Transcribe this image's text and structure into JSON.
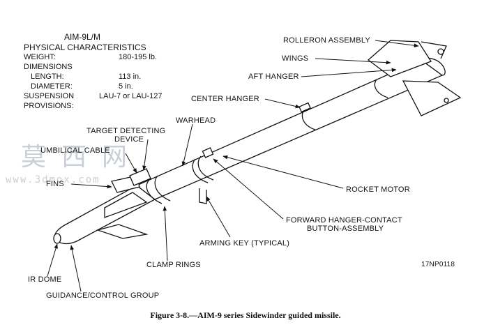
{
  "specs": {
    "title_line1": "AIM-9L/M",
    "title_line2": "PHYSICAL CHARACTERISTICS",
    "rows": [
      {
        "label": "WEIGHT:",
        "value": "180-195 lb."
      },
      {
        "label": "DIMENSIONS",
        "value": ""
      },
      {
        "label": "LENGTH:",
        "value": "113 in."
      },
      {
        "label": "DIAMETER:",
        "value": "5 in."
      },
      {
        "label": "SUSPENSION",
        "value": "LAU-7 or LAU-127"
      },
      {
        "label": "PROVISIONS:",
        "value": ""
      }
    ]
  },
  "labels": {
    "rolleron": "ROLLERON ASSEMBLY",
    "wings": "WINGS",
    "aft_hanger": "AFT HANGER",
    "center_hanger": "CENTER HANGER",
    "warhead": "WARHEAD",
    "target_detecting_1": "TARGET DETECTING",
    "target_detecting_2": "DEVICE",
    "umbilical": "UMBILICAL CABLE",
    "fins": "FINS",
    "rocket_motor": "ROCKET MOTOR",
    "forward_hanger_1": "FORWARD HANGER-CONTACT",
    "forward_hanger_2": "BUTTON-ASSEMBLY",
    "arming_key": "ARMING KEY (TYPICAL)",
    "clamp_rings": "CLAMP RINGS",
    "ir_dome": "IR DOME",
    "guidance": "GUIDANCE/CONTROL GROUP"
  },
  "figure_id": "17NP0118",
  "caption": "Figure 3-8.—AIM-9 series Sidewinder guided missile.",
  "watermark": {
    "cn": "莫西网",
    "url": "www.3dmox.com"
  }
}
